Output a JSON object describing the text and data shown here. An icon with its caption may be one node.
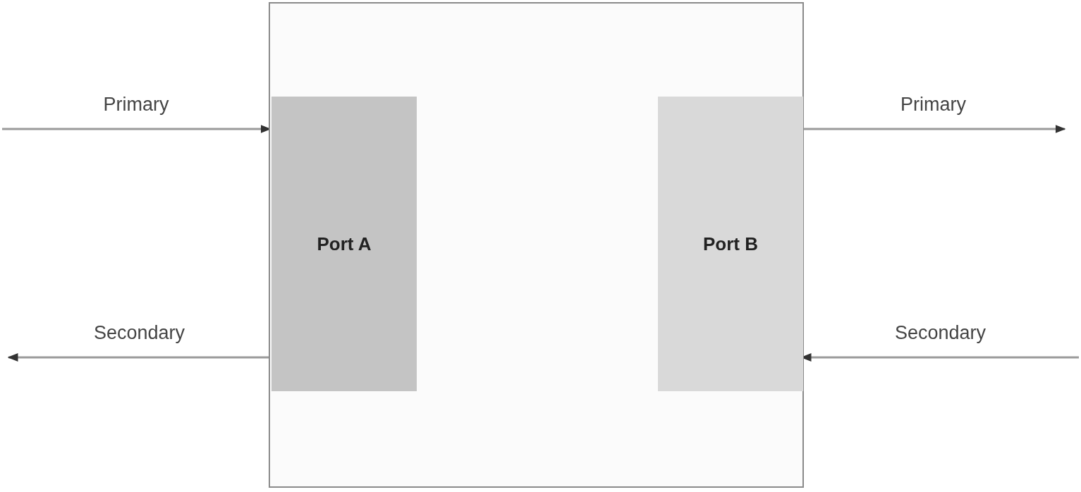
{
  "diagram": {
    "nodes": [
      {
        "text": [],
        "shape": "box"
      },
      {
        "text": [
          "Port A"
        ],
        "in": 0
      },
      {
        "text": [
          "Port B"
        ],
        "in": 0
      }
    ],
    "edges": [
      {
        "from": null,
        "to": 1,
        "arrow": "to",
        "label": "Primary"
      },
      {
        "from": 1,
        "to": null,
        "arrow": "to",
        "label": "Secondary"
      },
      {
        "from": 2,
        "to": null,
        "arrow": "to",
        "label": "Primary"
      },
      {
        "from": null,
        "to": 2,
        "arrow": "to",
        "label": "Secondary"
      }
    ]
  }
}
